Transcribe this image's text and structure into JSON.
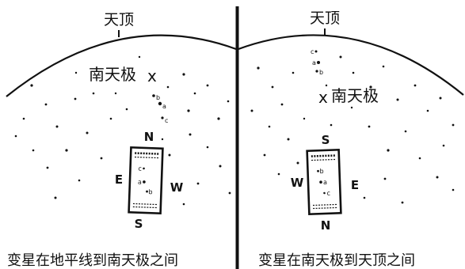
{
  "colors": {
    "ink": "#111111",
    "background": "#ffffff"
  },
  "panels": {
    "left": {
      "zenith_label": "天顶",
      "pole_label": "南天极",
      "pole_marker": "x",
      "compass": {
        "top": "N",
        "bottom": "S",
        "left": "E",
        "right": "W"
      },
      "star_labels": [
        "b",
        "a",
        "c"
      ],
      "card_labels": [
        "c",
        "a",
        "b"
      ],
      "caption": "变星在地平线到南天极之间"
    },
    "right": {
      "zenith_label": "天顶",
      "pole_label": "南天极",
      "pole_marker": "x",
      "compass": {
        "top": "S",
        "bottom": "N",
        "left": "W",
        "right": "E"
      },
      "star_labels": [
        "c",
        "a",
        "b"
      ],
      "card_labels": [
        "b",
        "a",
        "c"
      ],
      "caption": "变星在南天极到天顶之间"
    }
  }
}
